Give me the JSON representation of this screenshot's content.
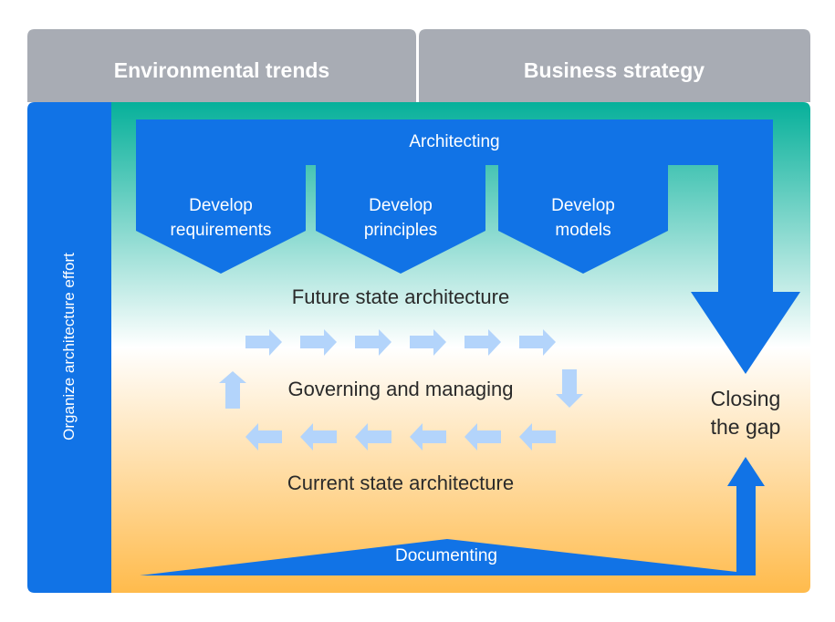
{
  "header": {
    "left": "Environmental trends",
    "right": "Business strategy"
  },
  "side_label": "Organize architecture effort",
  "architecting": {
    "title": "Architecting",
    "steps": [
      {
        "line1": "Develop",
        "line2": "requirements"
      },
      {
        "line1": "Develop",
        "line2": "principles"
      },
      {
        "line1": "Develop",
        "line2": "models"
      }
    ]
  },
  "future_state": "Future state architecture",
  "governing": "Governing and managing",
  "current_state": "Current state architecture",
  "closing": {
    "line1": "Closing",
    "line2": "the gap"
  },
  "documenting": "Documenting",
  "colors": {
    "blue": "#1173e6",
    "gray": "#a8acb4",
    "teal": "#06b09a",
    "orange": "#ffbb4c",
    "light_arrow": "#b3d4fb"
  }
}
